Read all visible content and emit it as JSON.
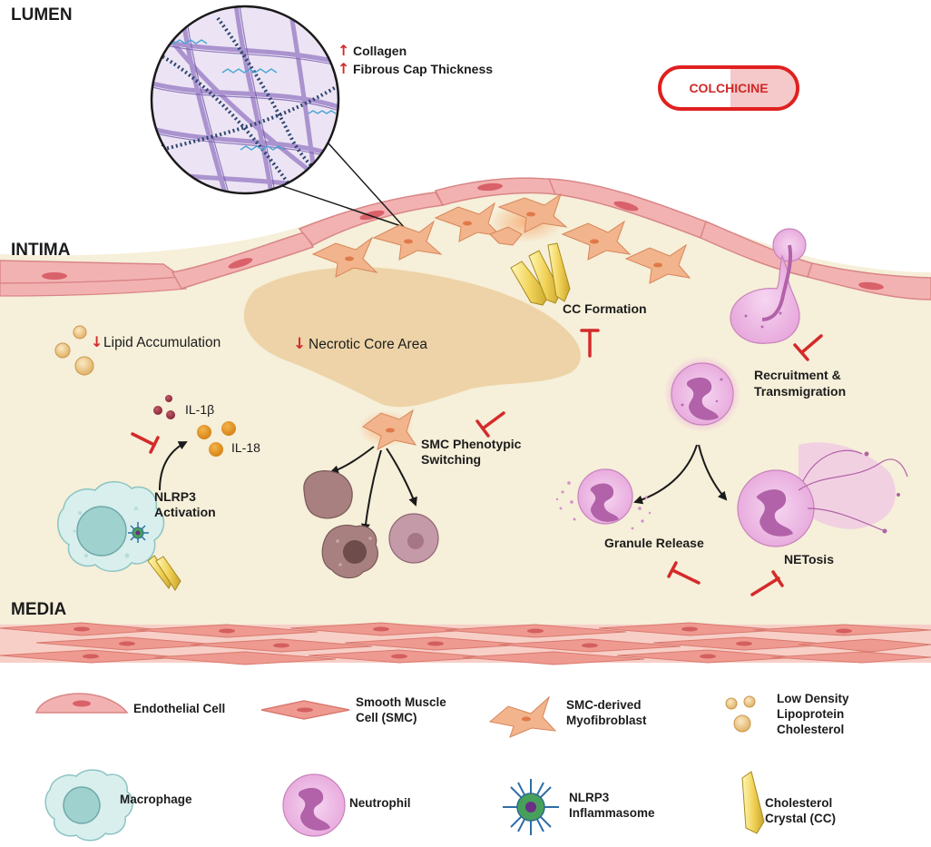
{
  "regions": {
    "lumen": "LUMEN",
    "intima": "INTIMA",
    "media": "MEDIA"
  },
  "drug": {
    "name": "COLCHICINE"
  },
  "effects": {
    "collagen": "Collagen",
    "fibrous_cap": "Fibrous Cap Thickness",
    "lipid": "Lipid Accumulation",
    "necrotic": "Necrotic Core Area"
  },
  "process_labels": {
    "cc_formation": "CC Formation",
    "recruitment_line1": "Recruitment &",
    "recruitment_line2": "Transmigration",
    "smc_switch_line1": "SMC Phenotypic",
    "smc_switch_line2": "Switching",
    "nlrp3_line1": "NLRP3",
    "nlrp3_line2": "Activation",
    "il1b": "IL-1β",
    "il18": "IL-18",
    "granule": "Granule Release",
    "netosis": "NETosis"
  },
  "legend": {
    "endothelial": "Endothelial Cell",
    "smc_line1": "Smooth Muscle",
    "smc_line2": "Cell (SMC)",
    "myofib_line1": "SMC-derived",
    "myofib_line2": "Myofibroblast",
    "ldl_line1": "Low Density",
    "ldl_line2": "Lipoprotein",
    "ldl_line3": "Cholesterol",
    "macrophage": "Macrophage",
    "neutrophil": "Neutrophil",
    "nlrp3_line1": "NLRP3",
    "nlrp3_line2": "Inflammasome",
    "crystal_line1": "Cholesterol",
    "crystal_line2": "Crystal (CC)"
  },
  "colors": {
    "intima": "#f6efd9",
    "endothelium": "#f3b2b2",
    "smc": "#ef9a90",
    "myofibroblast": "#f2b48c",
    "necrotic_core": "#ecd1a4",
    "neutrophil": "#eebde6",
    "macrophage": "#cdebe9",
    "inhibition": "#d42a2a"
  }
}
